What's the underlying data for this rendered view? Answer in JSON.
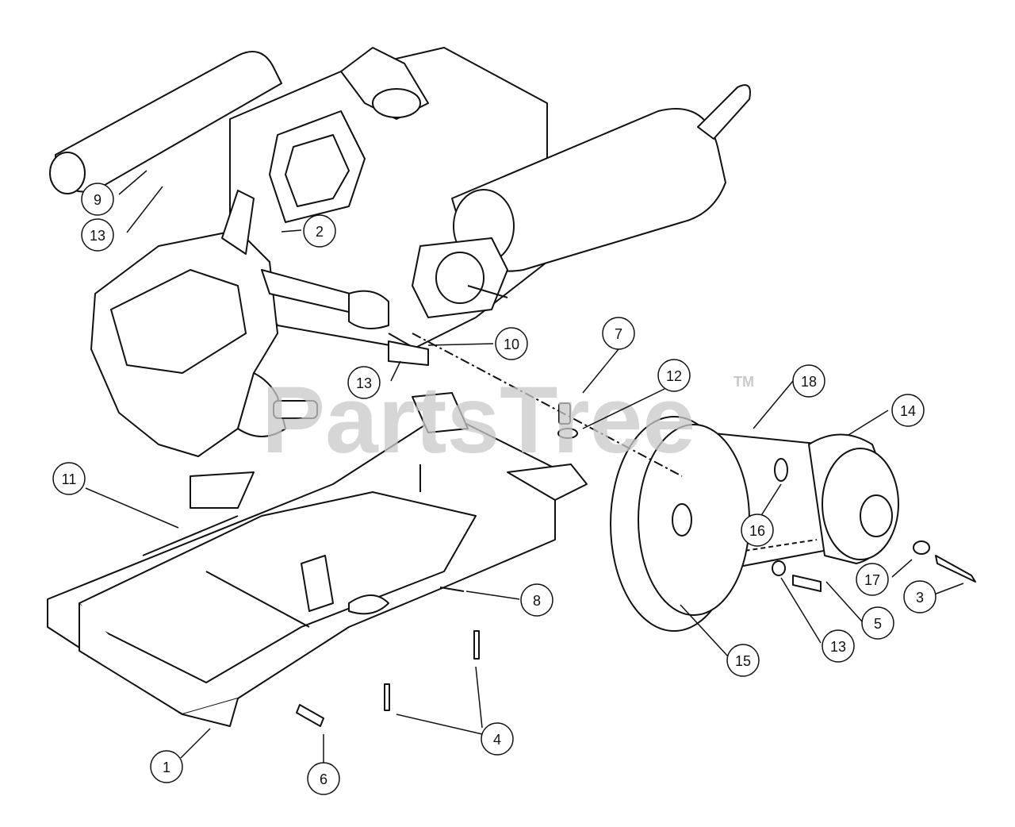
{
  "watermark": {
    "brand": "PartsTree",
    "tm": "TM"
  },
  "callouts": [
    {
      "id": "c9",
      "label": "9"
    },
    {
      "id": "c13a",
      "label": "13"
    },
    {
      "id": "c2",
      "label": "2"
    },
    {
      "id": "c10",
      "label": "10"
    },
    {
      "id": "c13b",
      "label": "13"
    },
    {
      "id": "c7",
      "label": "7"
    },
    {
      "id": "c12",
      "label": "12"
    },
    {
      "id": "c18",
      "label": "18"
    },
    {
      "id": "c14",
      "label": "14"
    },
    {
      "id": "c11",
      "label": "11"
    },
    {
      "id": "c16",
      "label": "16"
    },
    {
      "id": "c17",
      "label": "17"
    },
    {
      "id": "c3",
      "label": "3"
    },
    {
      "id": "c5",
      "label": "5"
    },
    {
      "id": "c13c",
      "label": "13"
    },
    {
      "id": "c8",
      "label": "8"
    },
    {
      "id": "c15",
      "label": "15"
    },
    {
      "id": "c4",
      "label": "4"
    },
    {
      "id": "c1",
      "label": "1"
    },
    {
      "id": "c6",
      "label": "6"
    }
  ]
}
